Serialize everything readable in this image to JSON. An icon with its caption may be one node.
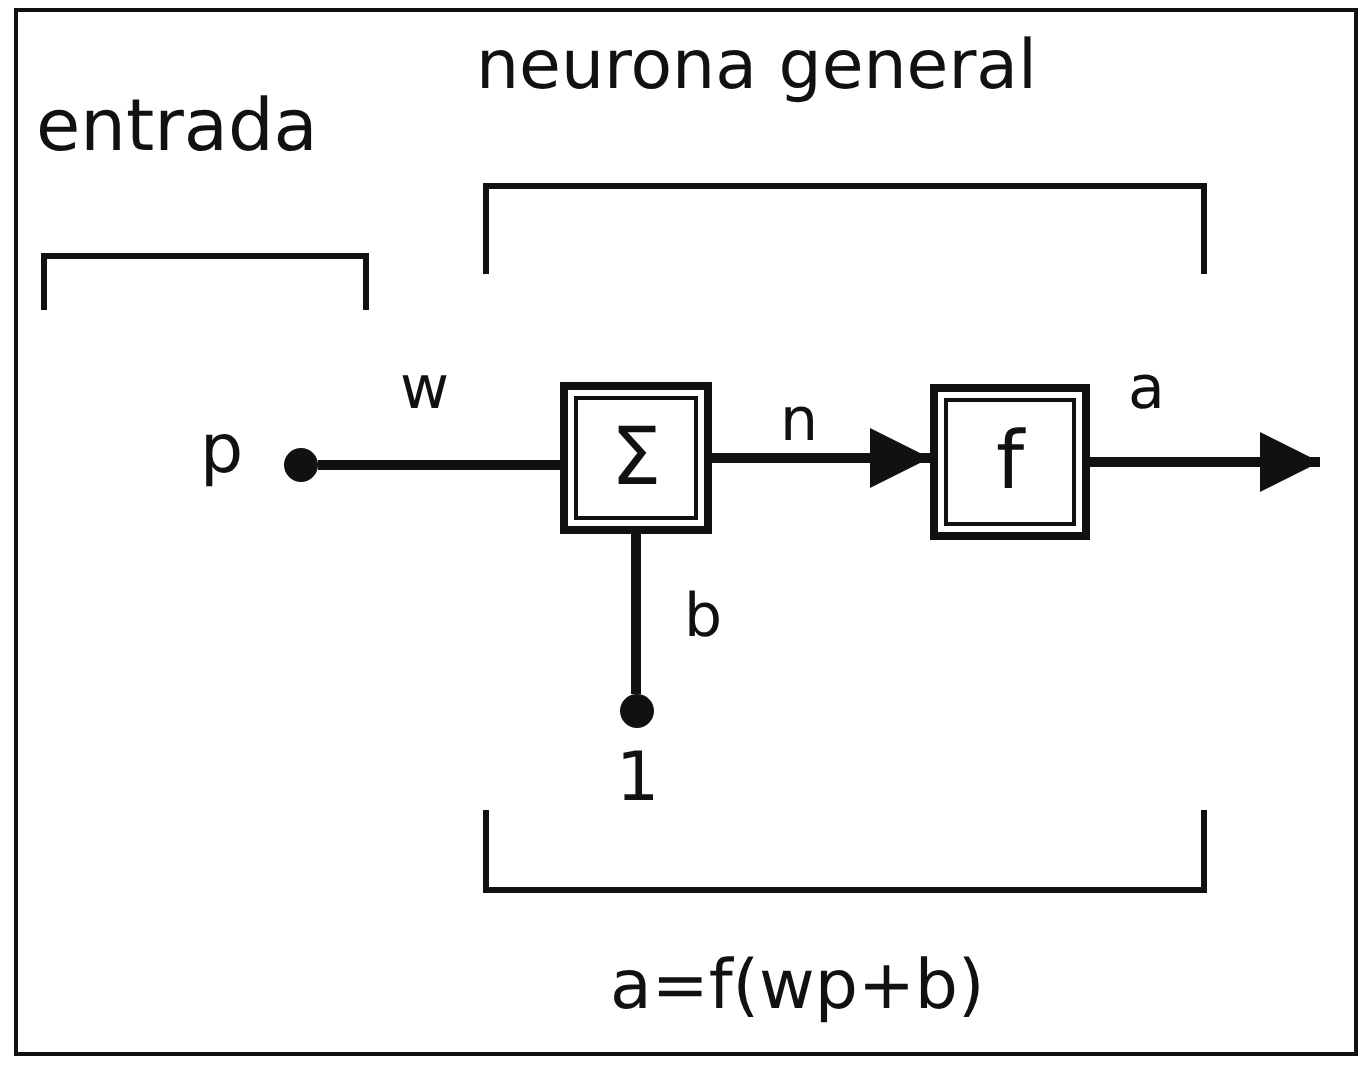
{
  "diagram": {
    "nodes": [
      {
        "text": [],
        "shape": "circle",
        "beside": [
          "p"
        ]
      },
      {
        "text": [
          "Σ"
        ]
      },
      {
        "text": [
          "f"
        ]
      },
      {
        "text": [],
        "shape": "circle",
        "beside": [
          "1"
        ]
      }
    ],
    "edges": [
      {
        "from": 0,
        "to": 1,
        "arrow": "none",
        "label": "w"
      },
      {
        "from": 1,
        "to": 2,
        "arrow": "to",
        "label": "n"
      },
      {
        "from": 2,
        "to": null,
        "arrow": "to",
        "label": "a"
      },
      {
        "from": 3,
        "to": 1,
        "arrow": "none",
        "label": "b"
      }
    ],
    "labels": [
      "entrada",
      "neurona general",
      "a=f(wp+b)"
    ]
  }
}
